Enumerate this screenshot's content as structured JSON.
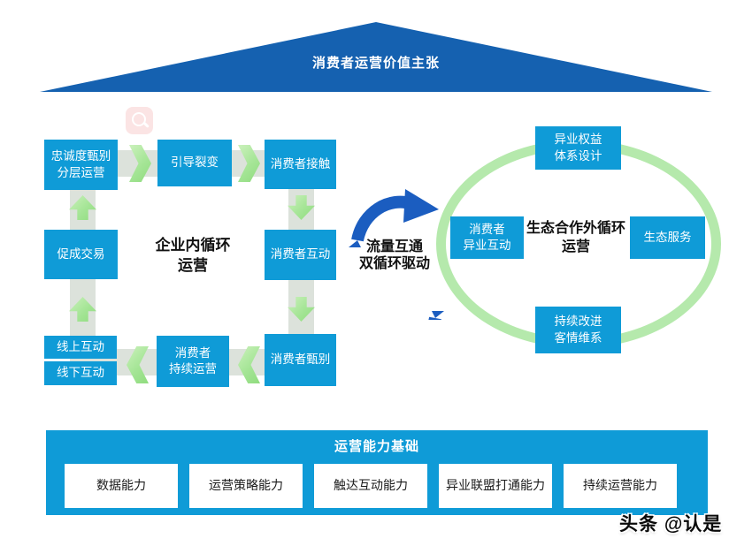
{
  "roof": {
    "title": "消费者运营价值主张"
  },
  "colors": {
    "roof_blue": "#1561B0",
    "flow_arrow_blue": "#1B5DC0",
    "node_cyan": "#0F9BD7",
    "band_gray": "#DCE2DB",
    "arrow_green": "#A5E596",
    "ring_green": "#B5E9AC",
    "badge_pink": "#FBE4E4"
  },
  "inner_cycle": {
    "center_label": "企业内循环\n运营",
    "nodes": [
      {
        "id": "loyalty",
        "label": "忠诚度甄别\n分层运营"
      },
      {
        "id": "fission",
        "label": "引导裂变"
      },
      {
        "id": "contact",
        "label": "消费者接触"
      },
      {
        "id": "deal",
        "label": "促成交易"
      },
      {
        "id": "interact",
        "label": "消费者互动"
      },
      {
        "id": "online",
        "label": "线上互动"
      },
      {
        "id": "offline",
        "label": "线下互动"
      },
      {
        "id": "sustain",
        "label": "消费者\n持续运营"
      },
      {
        "id": "screen",
        "label": "消费者甄别"
      }
    ]
  },
  "flow_link": {
    "label": "流量互通\n双循环驱动"
  },
  "outer_cycle": {
    "center_label": "生态合作外循环\n运营",
    "nodes": [
      {
        "id": "rights",
        "label": "异业权益\n体系设计"
      },
      {
        "id": "cross",
        "label": "消费者\n异业互动"
      },
      {
        "id": "service",
        "label": "生态服务"
      },
      {
        "id": "improve",
        "label": "持续改进\n客情维系"
      }
    ]
  },
  "foundation": {
    "title": "运营能力基础",
    "items": [
      "数据能力",
      "运营策略能力",
      "触达互动能力",
      "异业联盟打通能力",
      "持续运营能力"
    ]
  },
  "watermark": {
    "text": "头条 @认是"
  }
}
